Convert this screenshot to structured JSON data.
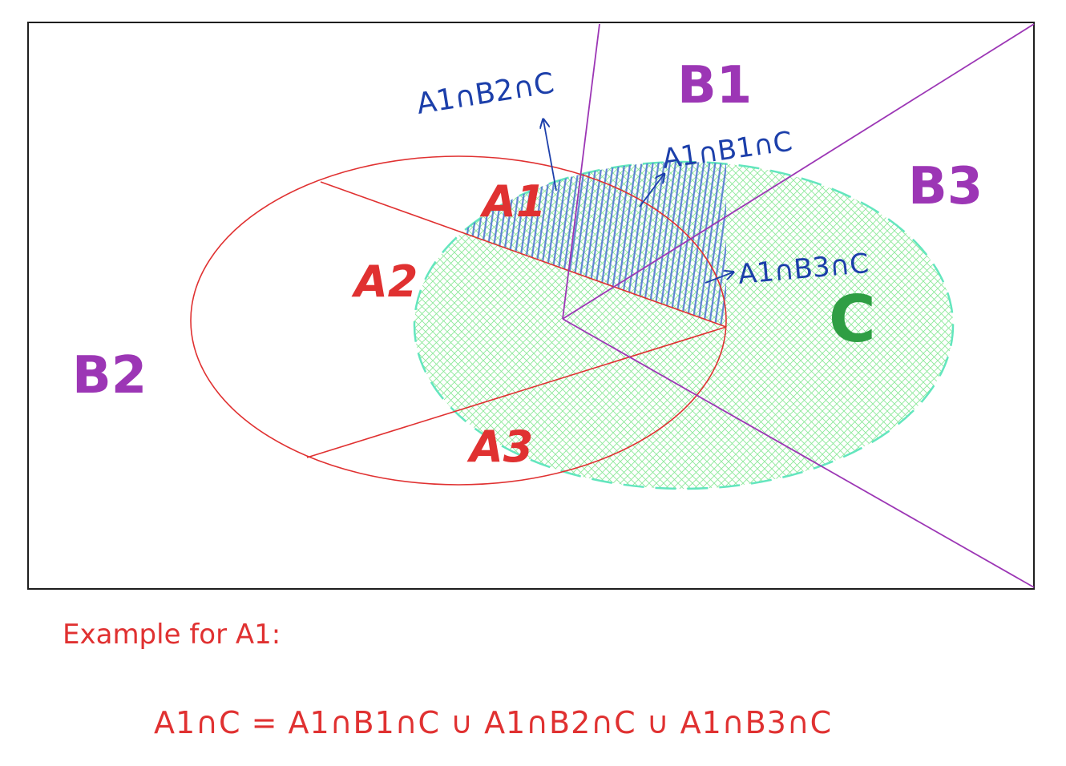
{
  "colors": {
    "frame": "#1e1e1e",
    "partition_a": "#e03131",
    "partition_b": "#9c36b5",
    "set_c_stroke": "#63e6be",
    "set_c_fill": "#b2f2bb",
    "annotation": "#1c3faa",
    "hatch": "#4a6fd1",
    "c_label": "#2f9e44"
  },
  "labels": {
    "b1": "B1",
    "b2": "B2",
    "b3": "B3",
    "a1": "A1",
    "a2": "A2",
    "a3": "A3",
    "c": "C"
  },
  "annotations": {
    "a1b2c": "A1∩B2∩C",
    "a1b1c": "A1∩B1∩C",
    "a1b3c": "A1∩B3∩C"
  },
  "example": {
    "heading": "Example for A1:",
    "formula": "A1∩C = A1∩B1∩C ∪ A1∩B2∩C ∪ A1∩B3∩C"
  }
}
